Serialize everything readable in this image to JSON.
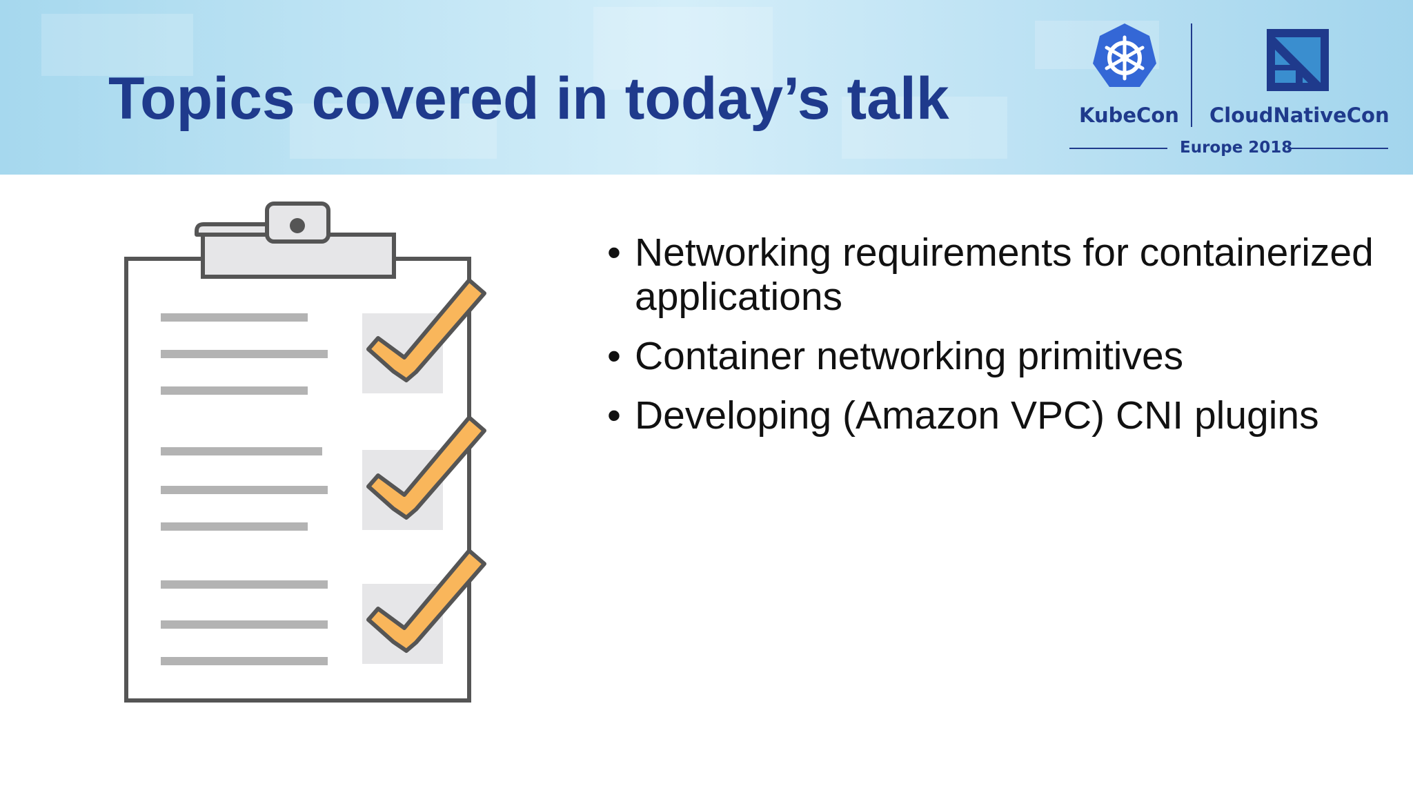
{
  "slide": {
    "title": "Topics covered in today’s talk"
  },
  "logo": {
    "kubecon": "KubeCon",
    "cloudnativecon": "CloudNativeCon",
    "event": "Europe 2018",
    "icons": [
      "kubernetes-helm-icon",
      "cncf-icon"
    ]
  },
  "illustration": {
    "icon": "clipboard-checklist-icon",
    "checkmarks": 3
  },
  "bullets": [
    {
      "marker": "•",
      "text": "Networking requirements for containerized applications"
    },
    {
      "marker": "•",
      "text": "Container networking primitives"
    },
    {
      "marker": "•",
      "text": "Developing (Amazon VPC) CNI plugins"
    }
  ],
  "colors": {
    "title": "#1f3a8c",
    "check_fill": "#f9b65b",
    "outline": "#555555",
    "clip": "#e6e6e8",
    "lines": "#b3b3b3"
  }
}
